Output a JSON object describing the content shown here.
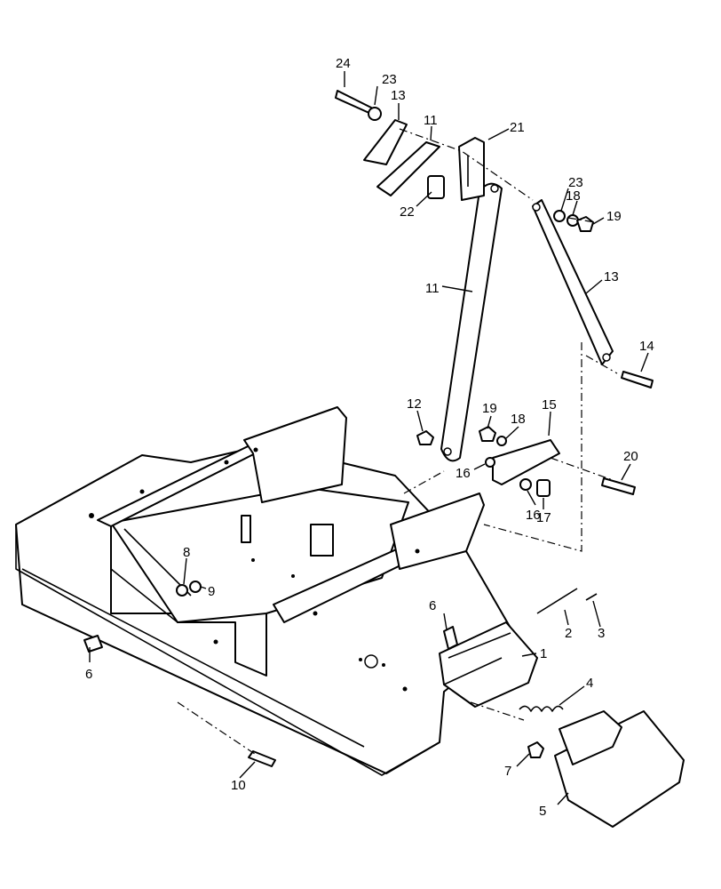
{
  "callouts": [
    {
      "id": "c24",
      "label": "24"
    },
    {
      "id": "c23a",
      "label": "23"
    },
    {
      "id": "c13a",
      "label": "13"
    },
    {
      "id": "c11a",
      "label": "11"
    },
    {
      "id": "c21",
      "label": "21"
    },
    {
      "id": "c22",
      "label": "22"
    },
    {
      "id": "c23b",
      "label": "23"
    },
    {
      "id": "c18a",
      "label": "18"
    },
    {
      "id": "c19a",
      "label": "19"
    },
    {
      "id": "c11b",
      "label": "11"
    },
    {
      "id": "c13b",
      "label": "13"
    },
    {
      "id": "c14",
      "label": "14"
    },
    {
      "id": "c12",
      "label": "12"
    },
    {
      "id": "c19b",
      "label": "19"
    },
    {
      "id": "c18b",
      "label": "18"
    },
    {
      "id": "c15",
      "label": "15"
    },
    {
      "id": "c16a",
      "label": "16"
    },
    {
      "id": "c20",
      "label": "20"
    },
    {
      "id": "c16b",
      "label": "16"
    },
    {
      "id": "c17",
      "label": "17"
    },
    {
      "id": "c8",
      "label": "8"
    },
    {
      "id": "c9",
      "label": "9"
    },
    {
      "id": "c6a",
      "label": "6"
    },
    {
      "id": "c2",
      "label": "2"
    },
    {
      "id": "c3",
      "label": "3"
    },
    {
      "id": "c6b",
      "label": "6"
    },
    {
      "id": "c1",
      "label": "1"
    },
    {
      "id": "c4",
      "label": "4"
    },
    {
      "id": "c7",
      "label": "7"
    },
    {
      "id": "c10",
      "label": "10"
    },
    {
      "id": "c5",
      "label": "5"
    }
  ]
}
